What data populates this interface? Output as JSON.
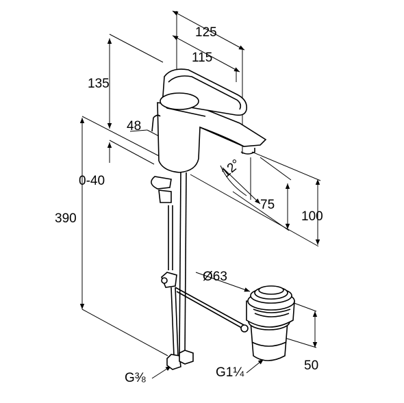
{
  "dimensions": {
    "d125": "125",
    "d115": "115",
    "d135": "135",
    "d48": "48",
    "d040": "0-40",
    "d390": "390",
    "d12": "12°",
    "d75": "75",
    "d100": "100",
    "d63": "Ø63",
    "d50": "50",
    "g38": "G⅜",
    "g114": "G1¼"
  }
}
